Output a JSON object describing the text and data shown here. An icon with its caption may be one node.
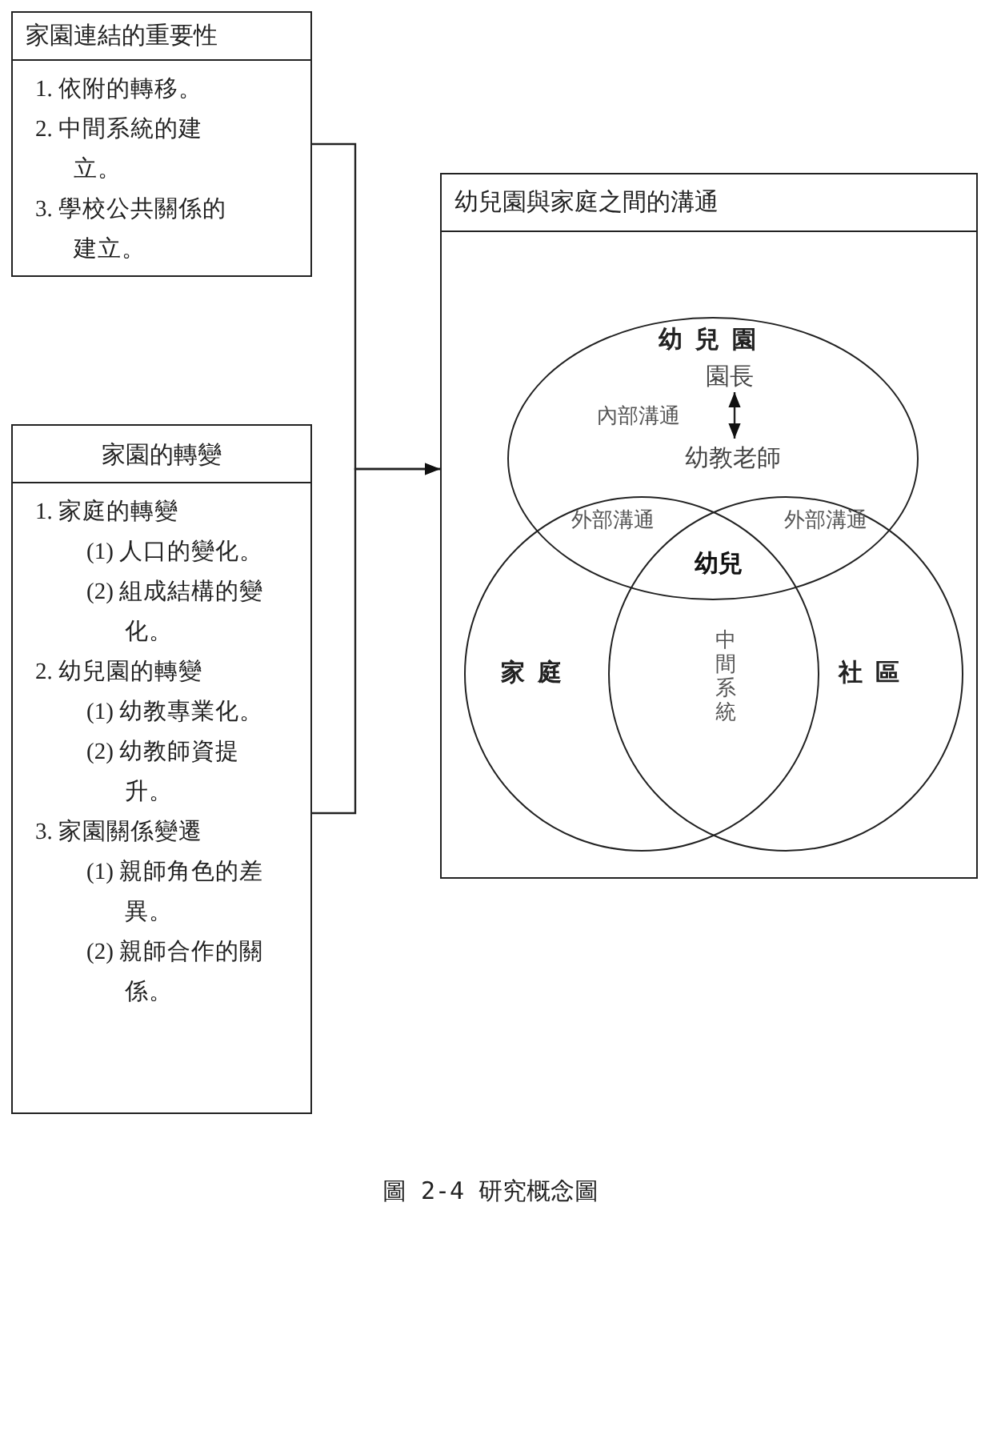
{
  "diagram": {
    "caption": "圖 2-4 研究概念圖",
    "nodes": [
      {
        "text": [
          "家園連結的重要性",
          "1. 依附的轉移。",
          "2. 中間系統的建立。",
          "3. 學校公共關係的建立。"
        ]
      },
      {
        "text": [
          "家園的轉變",
          "1. 家庭的轉變",
          "(1) 人口的變化。",
          "(2) 組成結構的變化。",
          "2. 幼兒園的轉變",
          "(1) 幼教專業化。",
          "(2) 幼教師資提升。",
          "3. 家園關係變遷",
          "(1) 親師角色的差異。",
          "(2) 親師合作的關係。"
        ]
      },
      {
        "text": [
          "幼兒園與家庭之間的溝通"
        ]
      },
      {
        "text": [
          "幼兒園"
        ],
        "in": 2
      },
      {
        "text": [
          "家庭"
        ],
        "in": 2
      },
      {
        "text": [
          "社區"
        ],
        "in": 2
      },
      {
        "text": [
          "園長"
        ],
        "in": 3
      },
      {
        "text": [
          "幼教老師"
        ],
        "in": 3
      }
    ],
    "edges": [
      {
        "from": 0,
        "to": 2,
        "arrow": "to"
      },
      {
        "from": 1,
        "to": 2,
        "arrow": "to"
      },
      {
        "from": 6,
        "to": 7,
        "arrow": "both",
        "label": "內部溝通"
      }
    ],
    "labels": [
      "外部溝通",
      "外部溝通",
      "幼兒",
      "中間系統"
    ]
  }
}
